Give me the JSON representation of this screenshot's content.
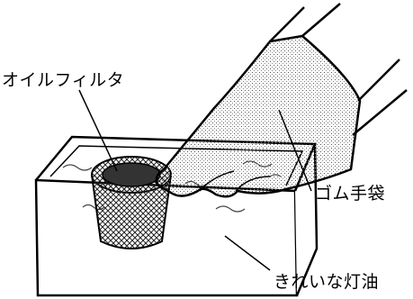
{
  "labels": {
    "oil_filter": "オイルフィルタ",
    "rubber_glove": "ゴム手袋",
    "clean_kerosene": "きれいな灯油"
  }
}
